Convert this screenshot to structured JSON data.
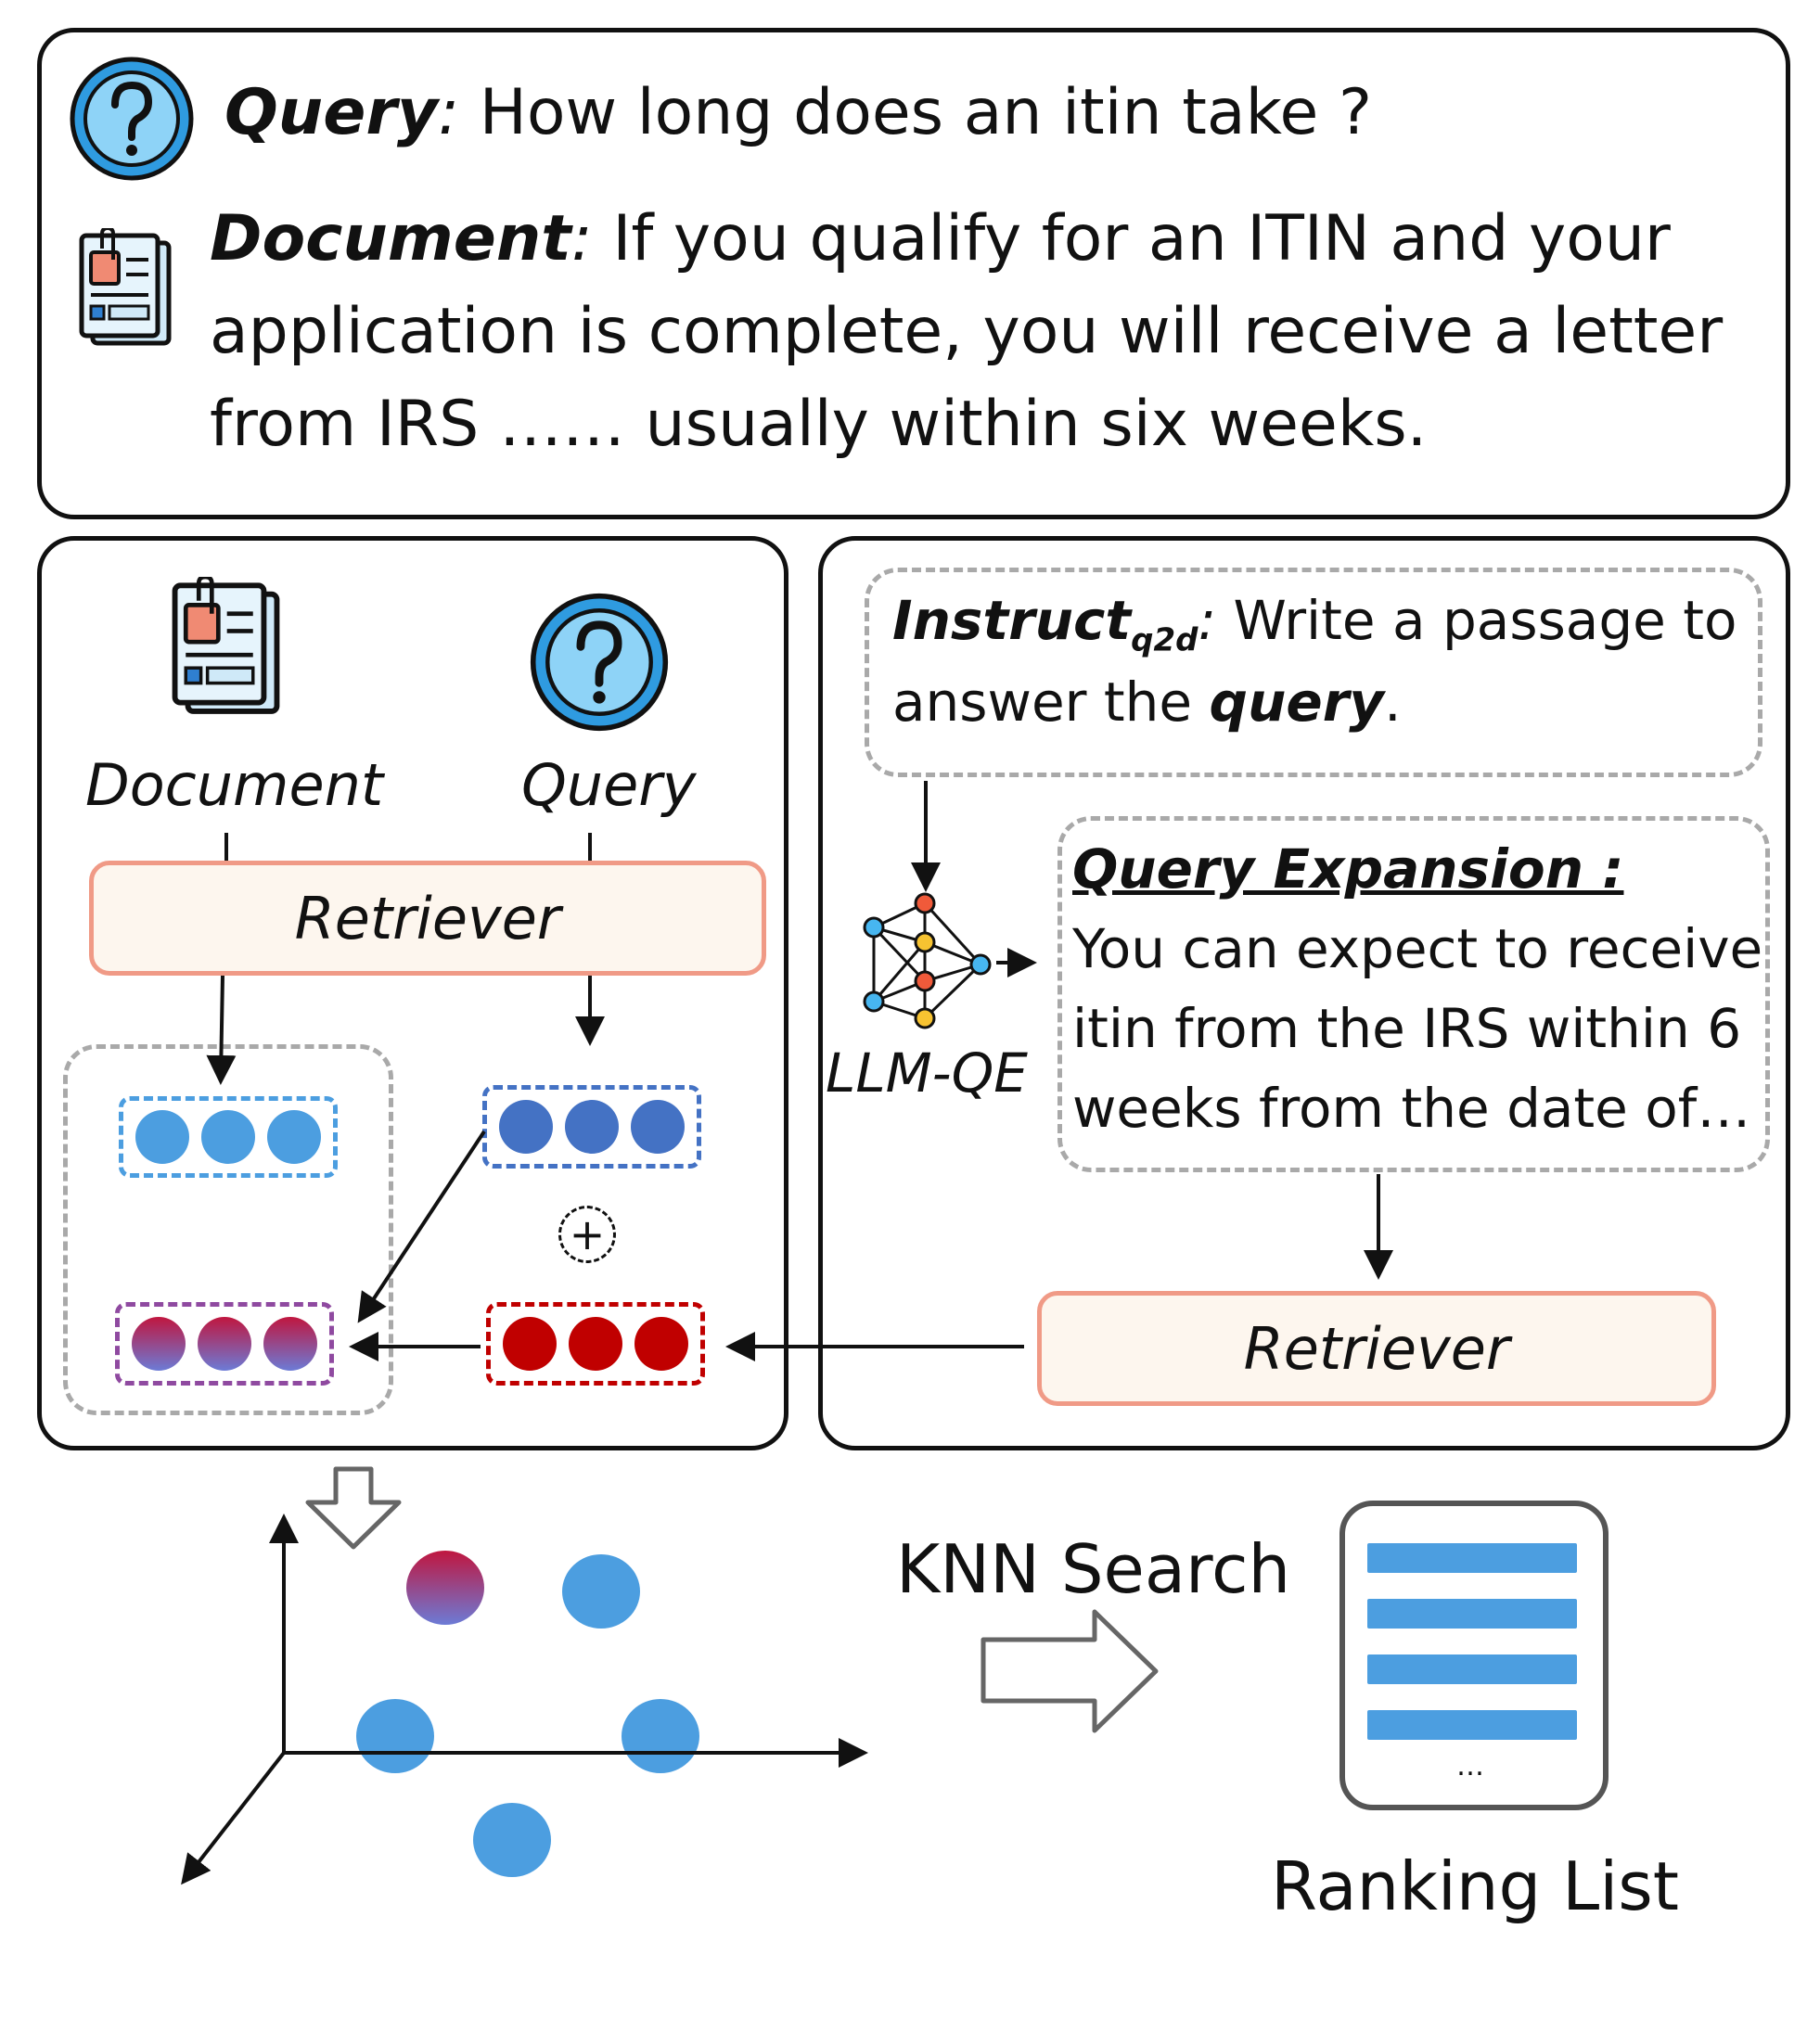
{
  "top": {
    "query_label": "Query",
    "query_colon": ":",
    "query_text": " How long does an itin take ?",
    "document_label": "Document",
    "document_colon": ":",
    "document_line1": " If you qualify for an ITIN and your",
    "document_line2": "application is complete, you will receive a letter",
    "document_line3": "from IRS …… usually within six weeks."
  },
  "left_panel": {
    "document_caption": "Document",
    "query_caption": "Query",
    "retriever_label": "Retriever",
    "plus_symbol": "+"
  },
  "right_panel": {
    "instruct_word": "Instruct",
    "instruct_subscript": "q2d",
    "instruct_colon": ":",
    "instruct_rest_line1": " Write a passage to",
    "instruct_line2_prefix": "answer the ",
    "instruct_line2_bold": "query",
    "instruct_line2_suffix": ".",
    "llm_label": "LLM-QE",
    "expansion_title": "Query Expansion :",
    "expansion_line1": "You can expect to receive",
    "expansion_line2": "itin from the IRS within 6",
    "expansion_line3": "weeks from the date of…",
    "retriever_label": "Retriever"
  },
  "bottom": {
    "knn_label": "KNN Search",
    "ranking_label": "Ranking List",
    "ranking_ellipsis": "…"
  },
  "colors": {
    "doc_blue": "#4c9ee0",
    "query_blue": "#4472c4",
    "expansion_red": "#c00000",
    "retriever_border": "#f09a86",
    "retriever_fill": "#fdf6ee",
    "dashed_gray": "#a9a9a9"
  },
  "icons": [
    "question-icon",
    "document-icon",
    "neural-network-icon",
    "plus-circle-icon",
    "hollow-arrow-icon"
  ]
}
